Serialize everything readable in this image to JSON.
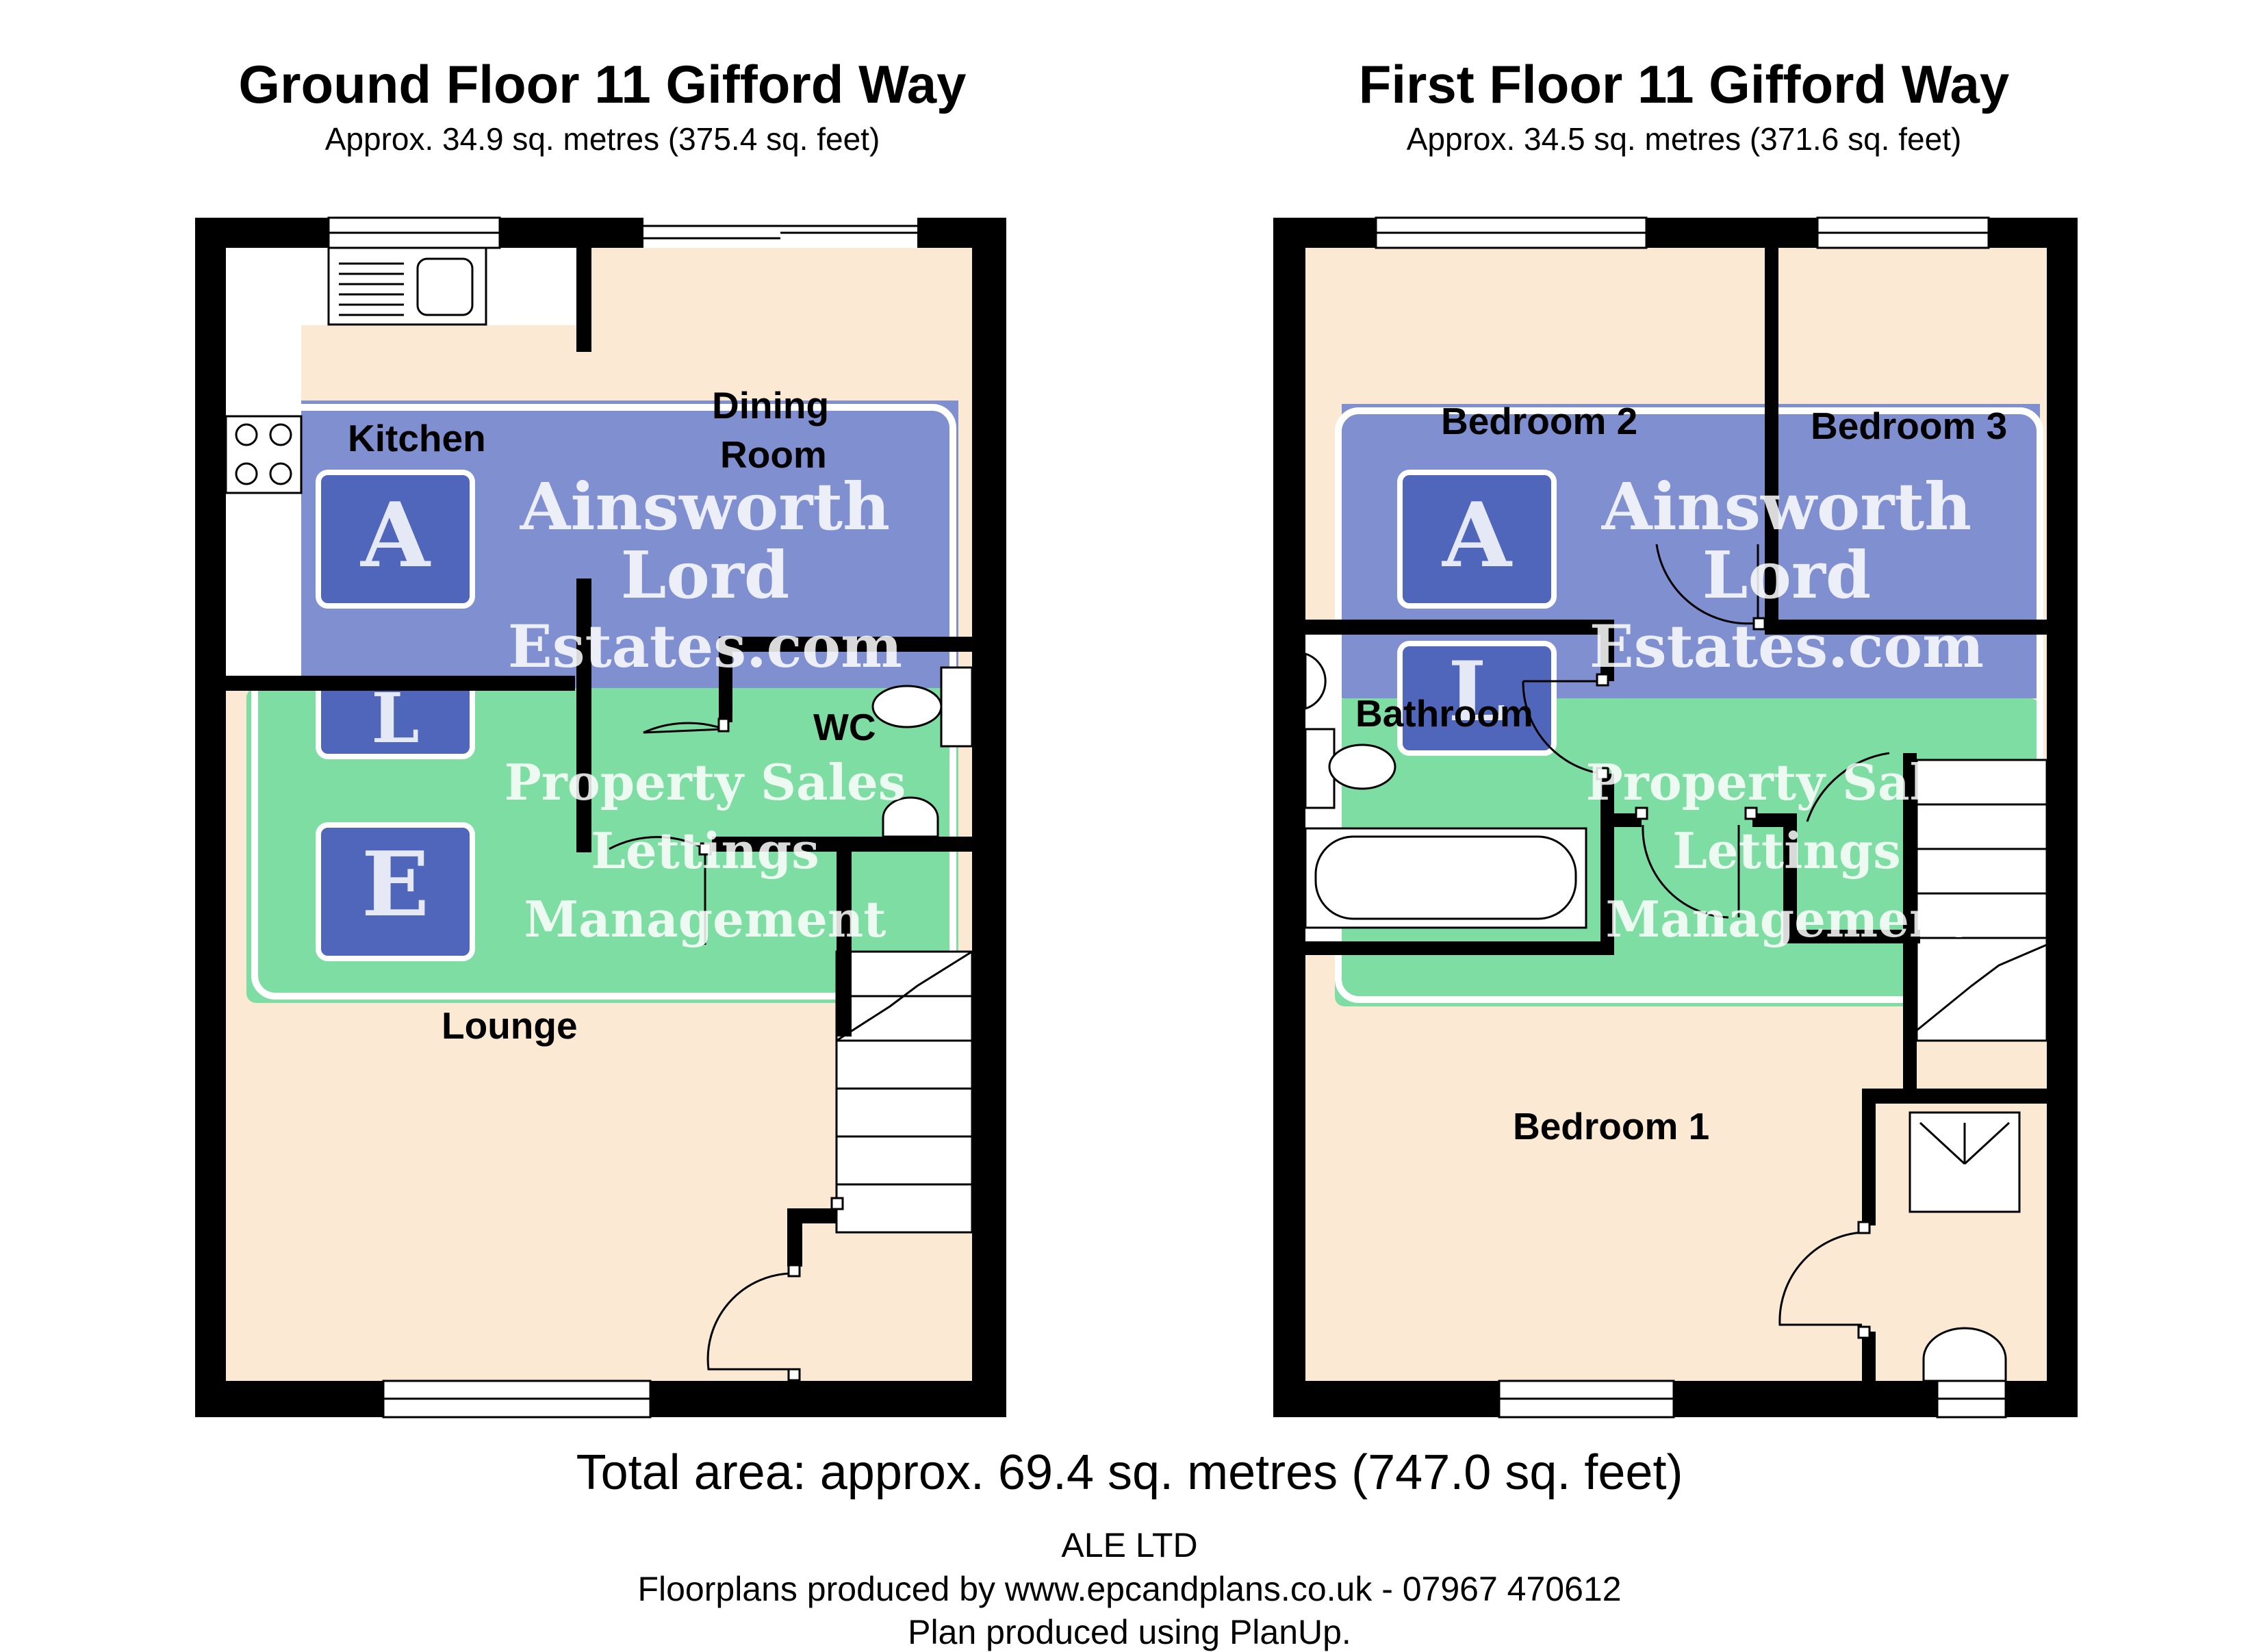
{
  "ground_floor": {
    "title": "Ground Floor 11 Gifford Way",
    "area": "Approx.  34.9 sq. metres (375.4 sq. feet)",
    "rooms": {
      "kitchen": "Kitchen",
      "dining_line1": "Dining",
      "dining_line2": "Room",
      "wc": "WC",
      "lounge": "Lounge"
    }
  },
  "first_floor": {
    "title": "First Floor 11 Gifford Way",
    "area": "Approx.  34.5 sq. metres (371.6 sq. feet)",
    "rooms": {
      "bedroom2": "Bedroom 2",
      "bedroom3": "Bedroom 3",
      "bathroom": "Bathroom",
      "bedroom1": "Bedroom 1"
    }
  },
  "watermark": {
    "letters": [
      "A",
      "L",
      "E"
    ],
    "name_line1": "Ainsworth",
    "name_line2": "Lord",
    "name_line3": "Estates.com",
    "service1": "Property Sales",
    "service2": "Lettings",
    "service3": "Management"
  },
  "footer": {
    "total_area": "Total area: approx.  69.4 sq. metres (747.0 sq. feet)",
    "company": "ALE LTD",
    "producer": "Floorplans produced by www.epcandplans.co.uk - 07967 470612",
    "software": "Plan produced using PlanUp."
  },
  "colors": {
    "floor_fill": "#fce9d4",
    "wall": "#000000",
    "watermark_blue": "#7f8fd0",
    "watermark_green": "#7edda3"
  }
}
